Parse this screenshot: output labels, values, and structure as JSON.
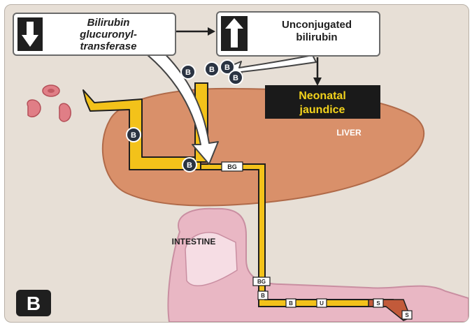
{
  "enzyme_box": {
    "label": "Bilirubin glucuronyl-transferase",
    "lines": [
      "Bilirubin",
      "glucuronyl-",
      "transferase"
    ],
    "direction": "down"
  },
  "result_box": {
    "label": "Unconjugated bilirubin",
    "lines": [
      "Unconjugated",
      "bilirubin"
    ],
    "direction": "up"
  },
  "outcome": {
    "lines": [
      "Neonatal",
      "jaundice"
    ],
    "text_color": "#f2d21c",
    "bg_color": "#1a1a1a"
  },
  "organs": {
    "liver": "LIVER",
    "intestine": "INTESTINE"
  },
  "panel_letter": "B",
  "molecule_labels": {
    "bilirubin": "B",
    "conjugated": "BG",
    "urobilinogen": "U",
    "stercobilin": "S"
  },
  "colors": {
    "pathway": "#f3c21a",
    "liver": "#d9906a",
    "intestine": "#e9b7c4",
    "background": "#e7dfd6"
  }
}
